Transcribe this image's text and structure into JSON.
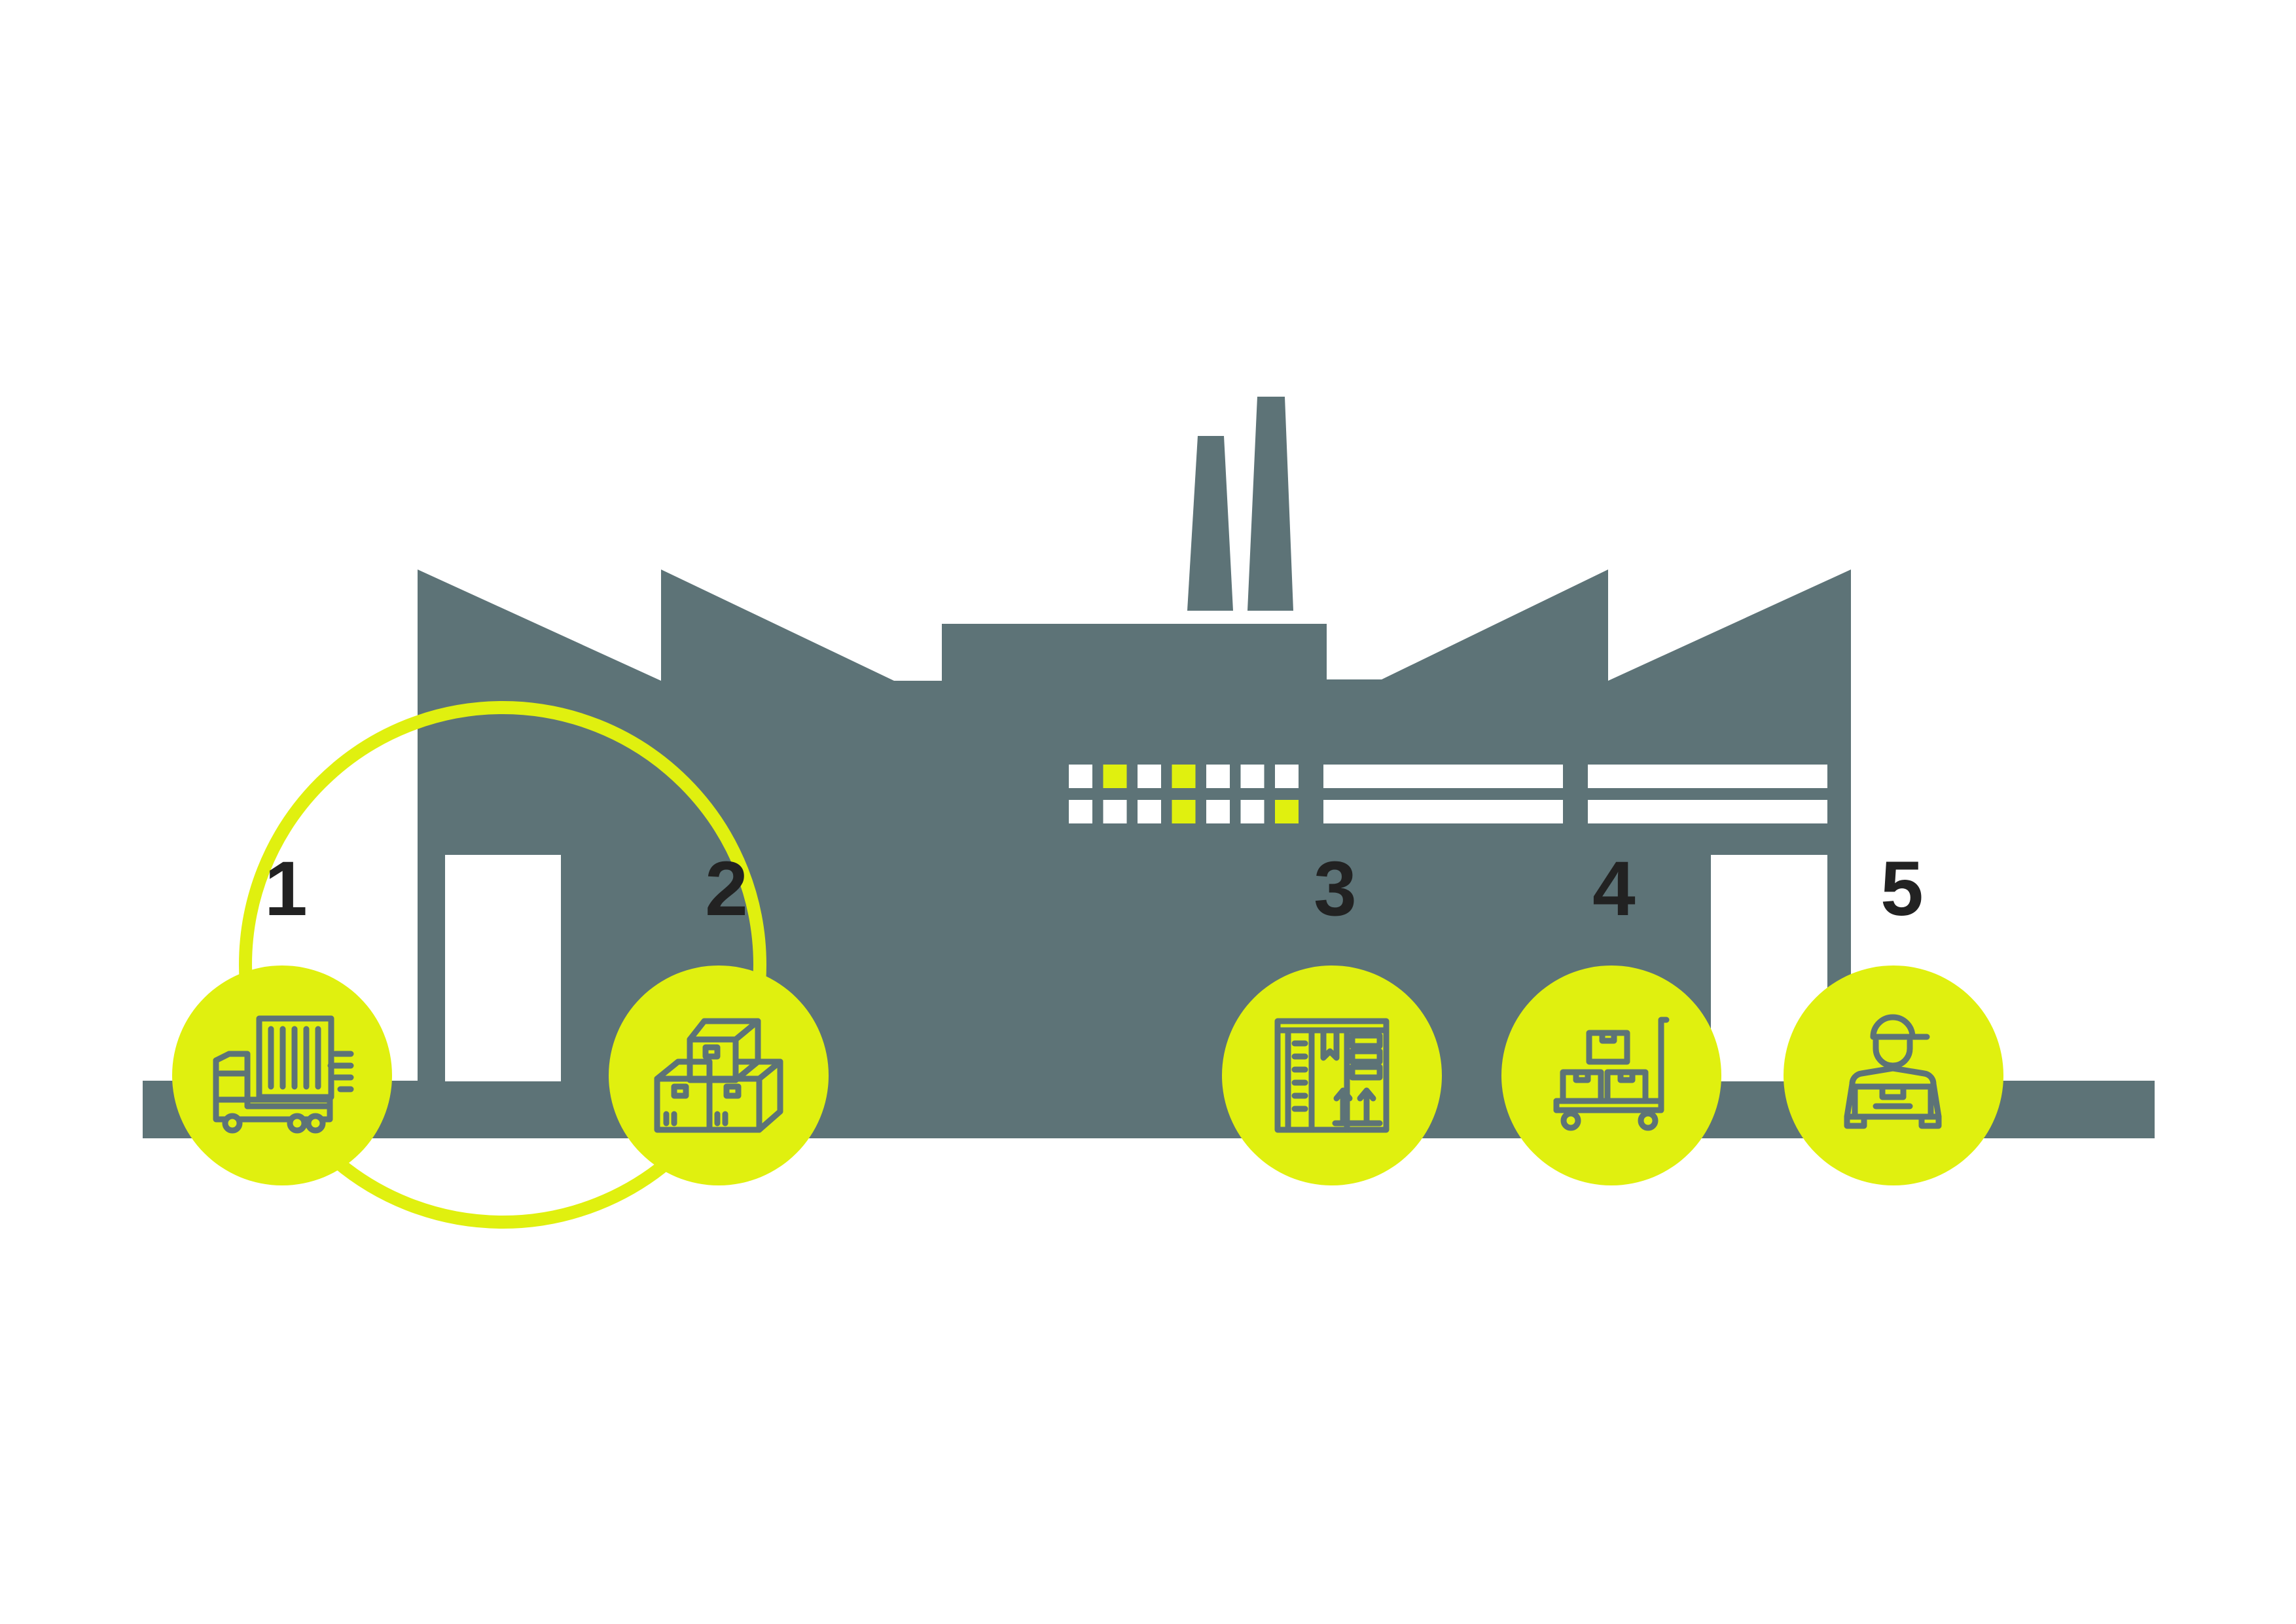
{
  "colors": {
    "background": "#ffffff",
    "building": "#5d7377",
    "accent": "#e0f00f",
    "window": "#ffffff",
    "icon_stroke": "#5d7377",
    "number": "#222222"
  },
  "diagram": {
    "steps": [
      {
        "number": "1",
        "icon": "delivery-truck-icon"
      },
      {
        "number": "2",
        "icon": "stacked-boxes-icon"
      },
      {
        "number": "3",
        "icon": "storage-shelf-icon"
      },
      {
        "number": "4",
        "icon": "hand-cart-icon"
      },
      {
        "number": "5",
        "icon": "delivery-worker-icon"
      }
    ],
    "loop_connects_steps": [
      "1",
      "2"
    ],
    "window_grid": {
      "rows": 2,
      "cols": 7,
      "highlighted": [
        [
          0,
          1
        ],
        [
          0,
          3
        ],
        [
          1,
          3
        ],
        [
          1,
          6
        ]
      ]
    }
  }
}
